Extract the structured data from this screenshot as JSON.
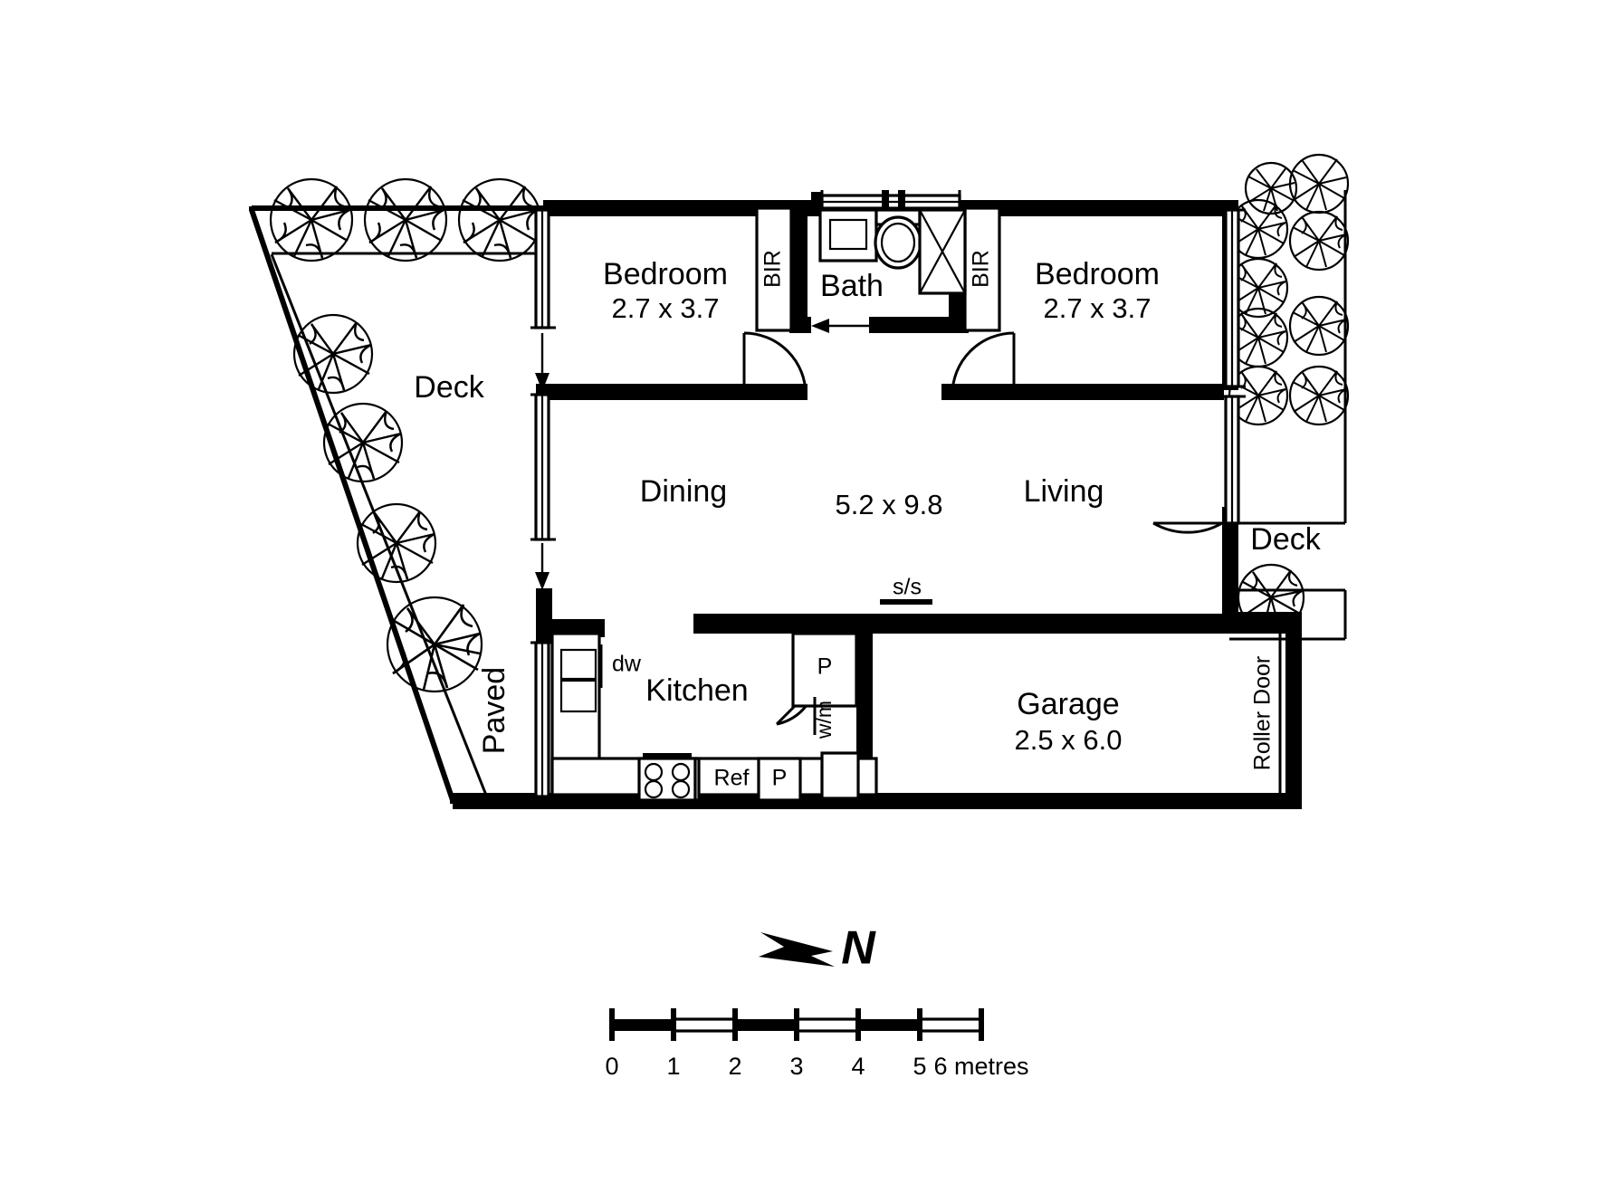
{
  "document": {
    "type": "floor-plan",
    "title": "Residential Floor Plan"
  },
  "rooms": [
    {
      "id": "bedroom-left",
      "label": "Bedroom",
      "dimensions": "2.7 x 3.7"
    },
    {
      "id": "bath",
      "label": "Bath",
      "dimensions": ""
    },
    {
      "id": "bedroom-right",
      "label": "Bedroom",
      "dimensions": "2.7 x 3.7"
    },
    {
      "id": "dining",
      "label": "Dining",
      "dimensions": ""
    },
    {
      "id": "living",
      "label": "Living",
      "dimensions": ""
    },
    {
      "id": "open-plan",
      "label": "",
      "dimensions": "5.2 x 9.8"
    },
    {
      "id": "kitchen",
      "label": "Kitchen",
      "dimensions": ""
    },
    {
      "id": "garage",
      "label": "Garage",
      "dimensions": "2.5 x 6.0"
    }
  ],
  "areas": {
    "deck_left": "Deck",
    "deck_right": "Deck",
    "paved": "Paved"
  },
  "annotations": {
    "bir_left": "BIR",
    "bir_right": "BIR",
    "dishwasher": "dw",
    "refrigerator": "Ref",
    "pantry_upper": "P",
    "pantry_lower": "P",
    "washing_machine": "w/m",
    "stainless_steel": "s/s",
    "roller_door": "Roller Door"
  },
  "compass": {
    "letter": "N"
  },
  "scale_bar": {
    "ticks": [
      "0",
      "1",
      "2",
      "3",
      "4",
      "5"
    ],
    "end_label": "6 metres",
    "unit": "metres",
    "max": 6
  },
  "colors": {
    "wall": "#000000",
    "background": "#ffffff",
    "line": "#000000"
  }
}
